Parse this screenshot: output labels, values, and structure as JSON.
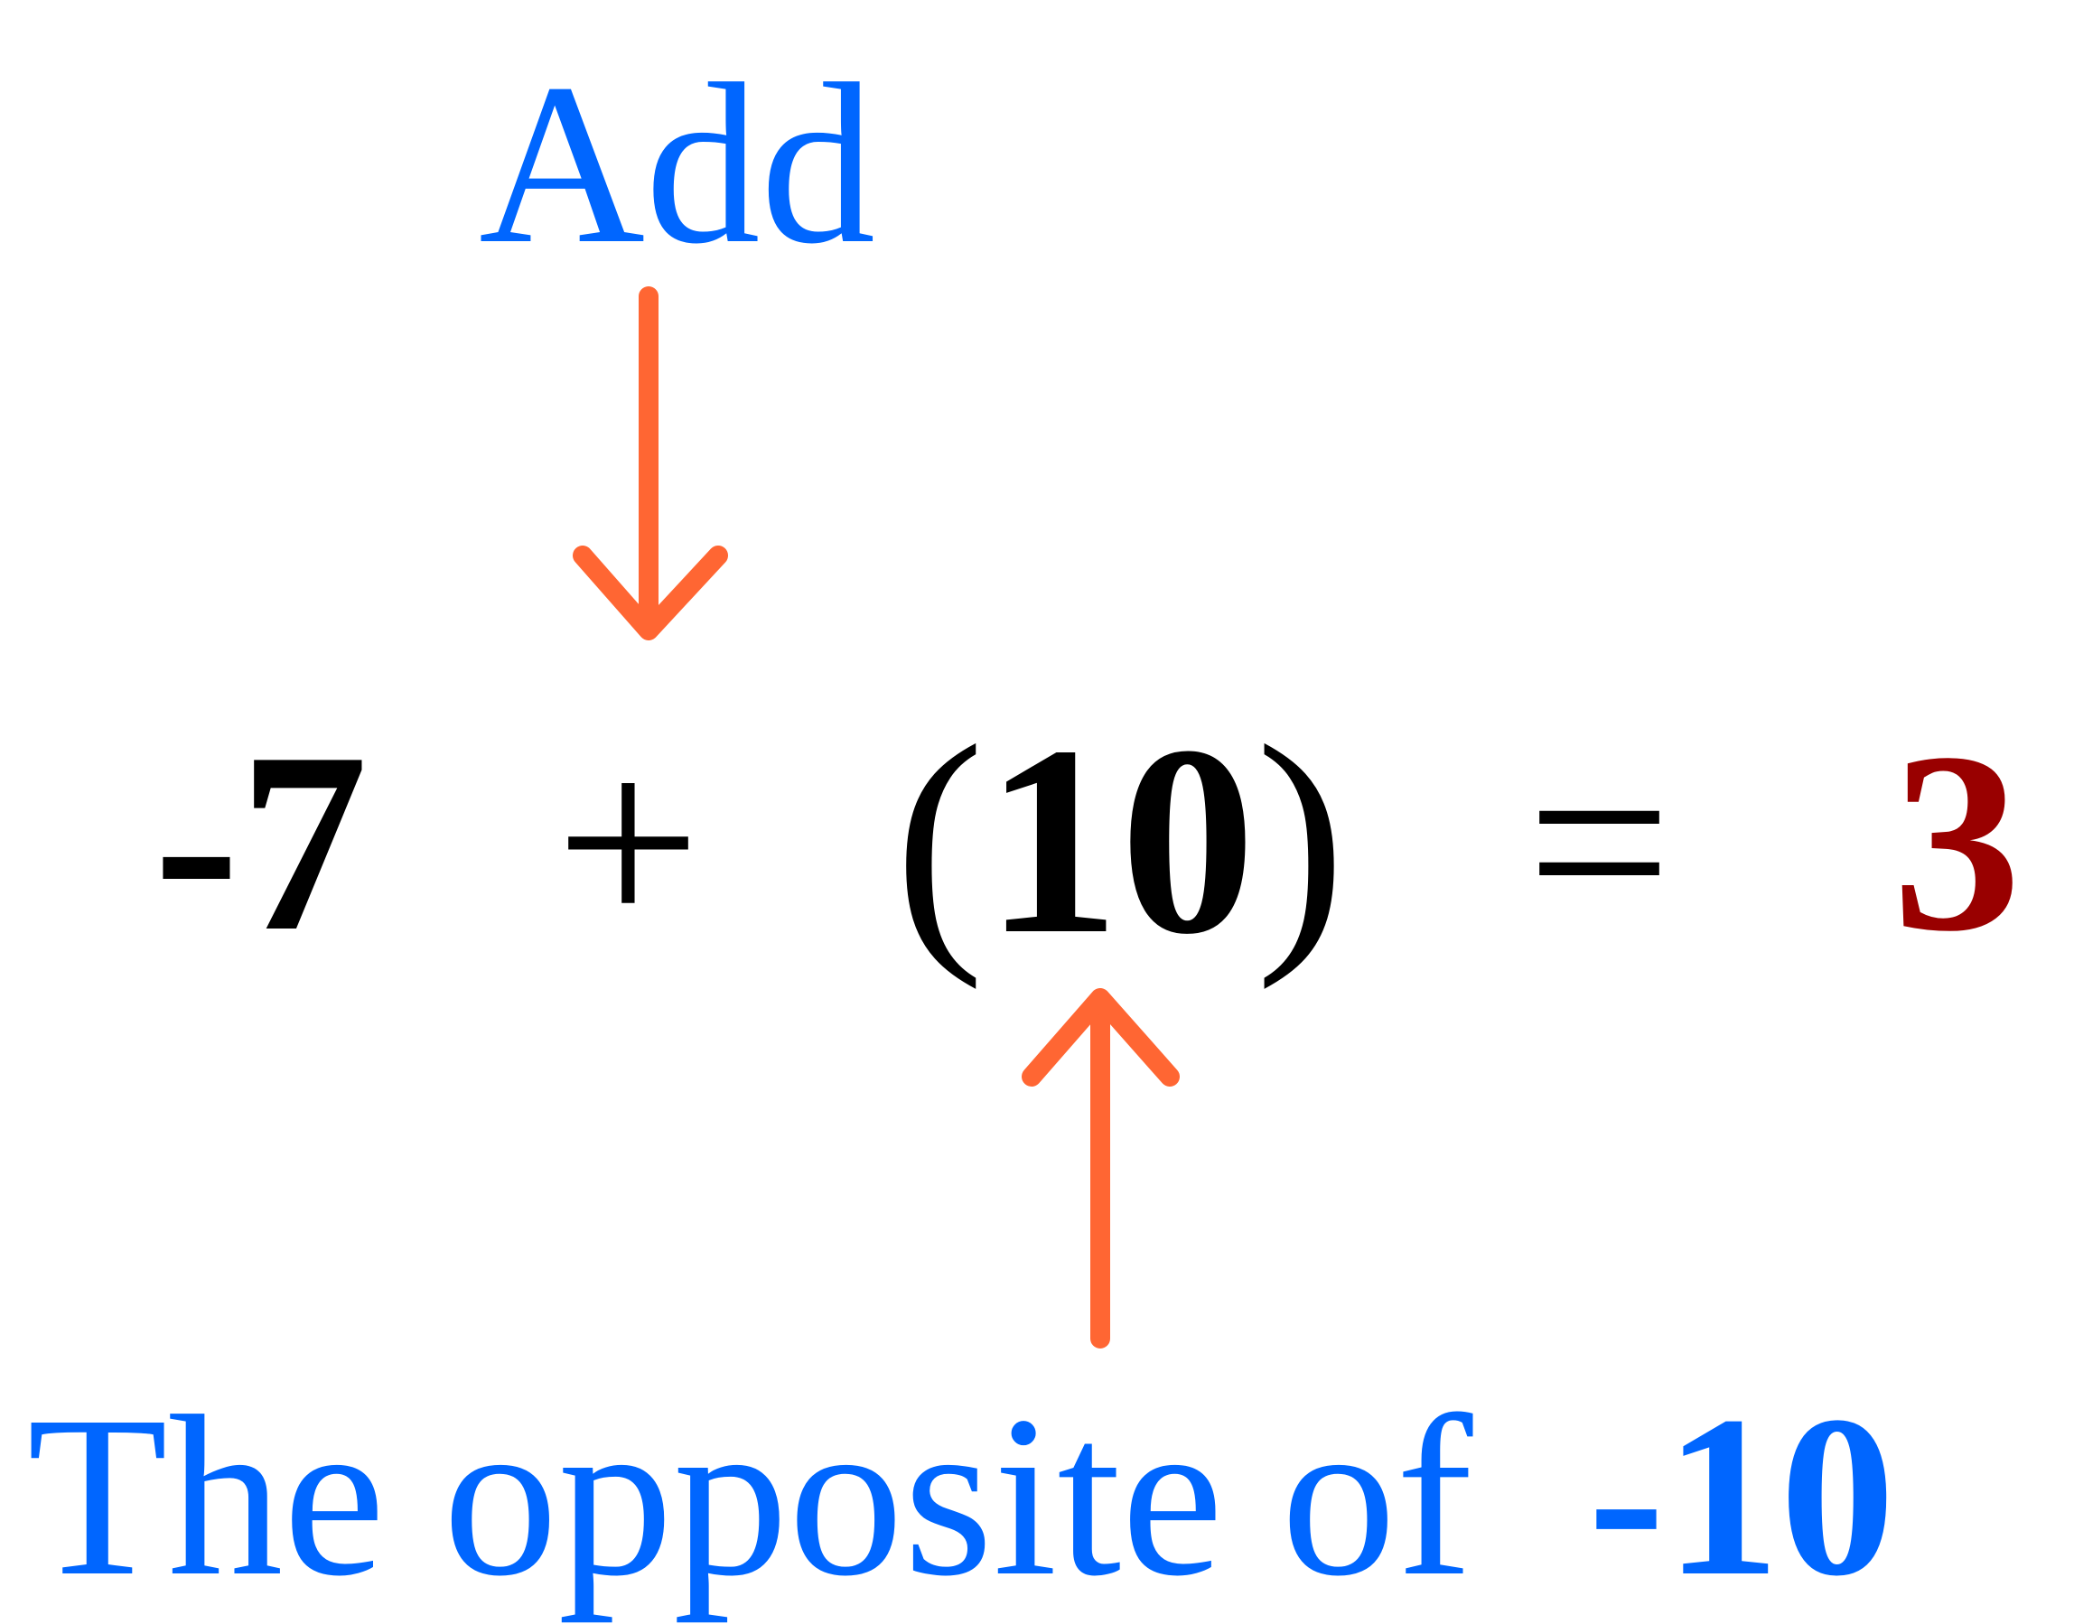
{
  "annotation_top": {
    "text": "Add"
  },
  "equation": {
    "left_operand": "-7",
    "operator": "+",
    "open_paren": "(",
    "right_operand": "10",
    "close_paren": ")",
    "equals": "=",
    "result": "3"
  },
  "annotation_bottom": {
    "text": "The opposite of",
    "number": "-10"
  },
  "colors": {
    "annotation_blue": "#0066ff",
    "arrow_orange": "#ff6633",
    "result_red": "#990000",
    "equation_black": "#000000",
    "background": "#ffffff"
  }
}
